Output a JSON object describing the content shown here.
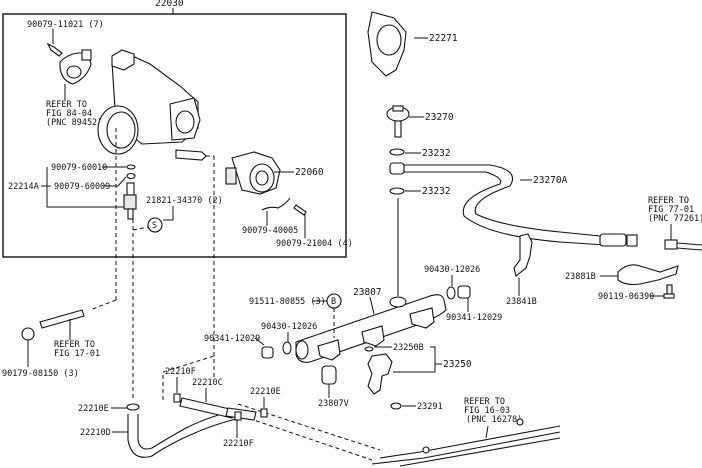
{
  "diagram": {
    "assembly_number": "22030",
    "labels": {
      "p90079_11021": "90079-11021 (7)",
      "refer_84_line1": "REFER TO",
      "refer_84_line2": "FIG 84-04",
      "refer_84_line3": "(PNC 89452)",
      "p90079_60010": "90079-60010",
      "p22214A": "22214A",
      "p90079_60009": "90079-60009",
      "p21821_34370": "21821-34370 (2)",
      "s_marker": "S",
      "p22060": "22060",
      "p90079_40005": "90079-40005",
      "p90079_21004": "90079-21004 (4)",
      "p22271": "22271",
      "p23270": "23270",
      "p23232_a": "23232",
      "p23232_b": "23232",
      "p23270A": "23270A",
      "refer_77_line1": "REFER TO",
      "refer_77_line2": "FIG 77-01",
      "refer_77_line3": "(PNC 77261)",
      "p23881B": "23881B",
      "p90119_06390": "90119-06390",
      "p23841B": "23841B",
      "p90430_12026_a": "90430-12026",
      "p90341_12029_a": "90341-12029",
      "p23807": "23807",
      "p91511_80855": "91511-80855 (3)",
      "b_marker": "B",
      "p90430_12026_b": "90430-12026",
      "p90341_12029_b": "90341-12029",
      "p23250B": "23250B",
      "p23250": "23250",
      "p23807V": "23807V",
      "p23291": "23291",
      "refer_16_line1": "REFER TO",
      "refer_16_line2": "FIG 16-03",
      "refer_16_line3": "(PNC 16278)",
      "refer_17_line1": "REFER TO",
      "refer_17_line2": "FIG 17-01",
      "p90179_08150": "90179-08150 (3)",
      "p22210F_a": "22210F",
      "p22210C": "22210C",
      "p22210E_a": "22210E",
      "p22210E_b": "22210E",
      "p22210D": "22210D",
      "p22210F_b": "22210F"
    }
  }
}
